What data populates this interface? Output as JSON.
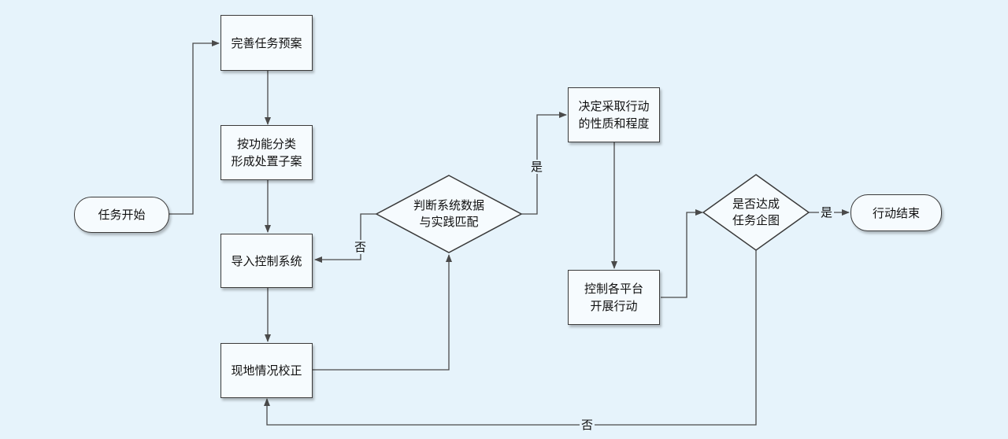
{
  "nodes": {
    "start": "任务开始",
    "perfect_plan": "完善任务预案",
    "classify": "按功能分类\n形成处置子案",
    "import_control": "导入控制系统",
    "field_calibration": "现地情况校正",
    "judge_match": "判断系统数据\n与实践匹配",
    "decide_action": "决定采取行动\n的性质和程度",
    "control_platforms": "控制各平台\n开展行动",
    "intent_reached": "是否达成\n任务企图",
    "end": "行动结束"
  },
  "edge_labels": {
    "match_yes": "是",
    "match_no": "否",
    "intent_yes": "是",
    "intent_no": "否"
  }
}
